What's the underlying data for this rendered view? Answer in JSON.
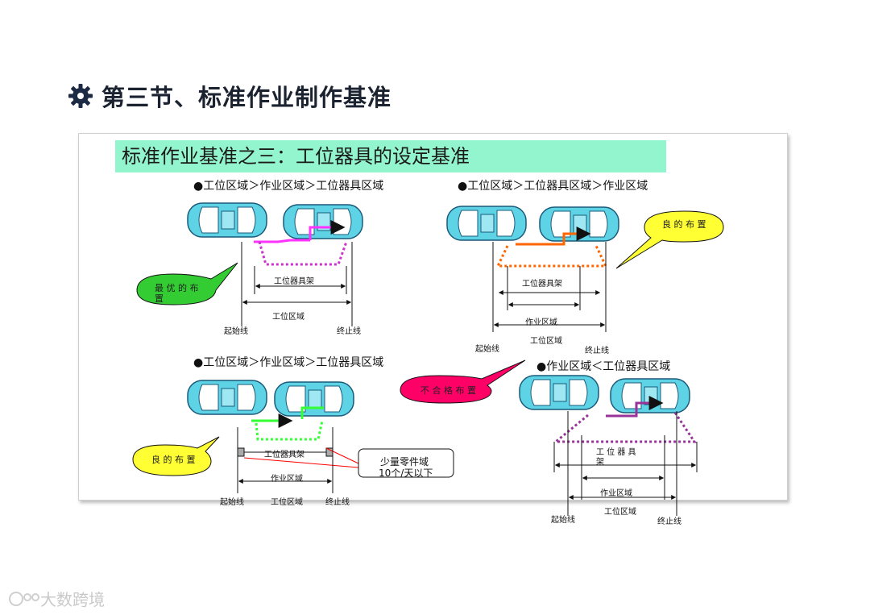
{
  "header": {
    "title": "第三节、标准作业制作基准",
    "icon": "gear-icon"
  },
  "banner": {
    "text": "标准作业基准之三：工位器具的设定基准"
  },
  "panels": {
    "top_left": {
      "heading": "●工位区域＞作业区域＞工位器具区域",
      "callout": "最 优 的 布 置",
      "fixture_label": "工位器具架",
      "area_label": "工位区域",
      "start": "起始线",
      "end": "终止线"
    },
    "top_right": {
      "heading": "●工位区域＞工位器具区域＞作业区域",
      "callout": "良 的 布 置",
      "fixture_label": "工位器具架",
      "work_label": "作业区域",
      "area_label": "工位区域",
      "start": "起始线",
      "end": "终止线"
    },
    "bottom_left": {
      "heading": "●工位区域＞作业区域＞工位器具区域",
      "callout": "良 的 布 置",
      "fixture_label": "工位器具架",
      "work_label": "作业区域",
      "note_line1": "少量零件域",
      "note_line2": "10个/天以下",
      "start": "起始线",
      "area_label": "工位区域",
      "end": "终止线"
    },
    "bottom_right": {
      "heading": "●作业区域＜工位器具区域",
      "callout": "不 合 格 布 置",
      "fixture_label": "工 位 器 具 架",
      "work_label": "作业区域",
      "area_label": "工位区域",
      "start": "起始线",
      "end": "终止线"
    }
  },
  "watermark": {
    "text": "大数跨境"
  },
  "colors": {
    "banner": "#93f5ce",
    "car_body": "#5fd3e6",
    "best": "#33cc33",
    "good": "#ffff33",
    "bad": "#ff0066",
    "magenta": "#ff33ff",
    "orange": "#ff6600",
    "green": "#33ff33",
    "purple": "#993399"
  }
}
